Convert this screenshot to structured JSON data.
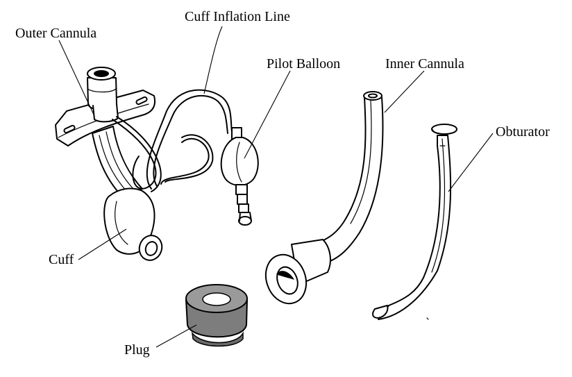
{
  "labels": {
    "outer_cannula": "Outer Cannula",
    "cuff_inflation_line": "Cuff Inflation Line",
    "pilot_balloon": "Pilot Balloon",
    "inner_cannula": "Inner Cannula",
    "obturator": "Obturator",
    "cuff": "Cuff",
    "plug": "Plug"
  },
  "colors": {
    "ink": "#000000",
    "background": "#ffffff",
    "plug_body": "#7d7d7d",
    "plug_top": "#9a9a9a"
  }
}
